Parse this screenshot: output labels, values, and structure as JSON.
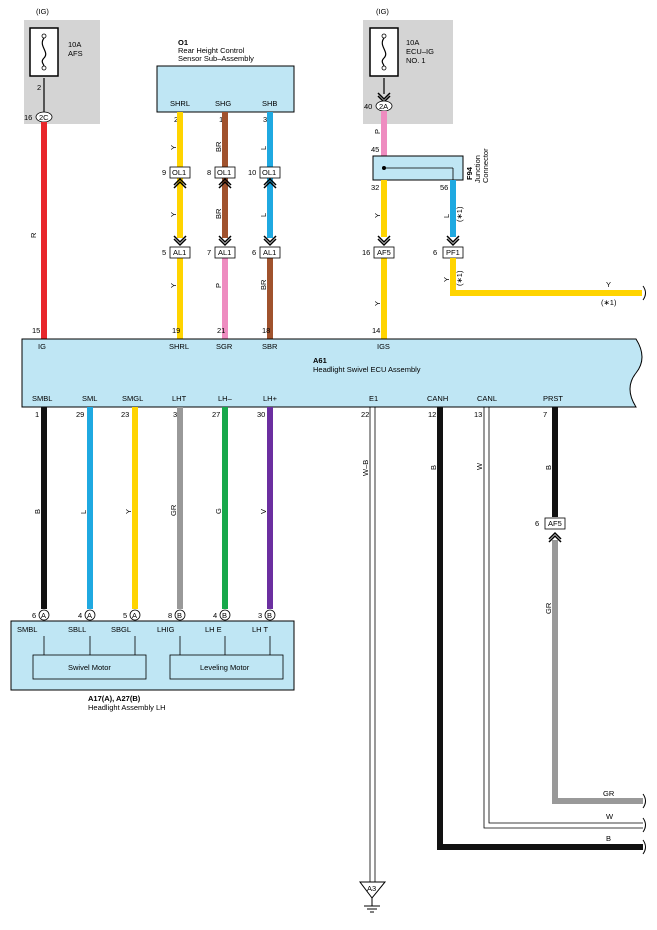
{
  "colors": {
    "R": "#e8262a",
    "Y": "#ffd400",
    "BR": "#a0522d",
    "L": "#1fa9e1",
    "P": "#ee8cc0",
    "B": "#111111",
    "GR": "#999999",
    "G": "#17a84b",
    "V": "#6b2fa0",
    "WB": "#ffffff"
  },
  "fuses": {
    "afs": {
      "ig": "(IG)",
      "amp": "10A",
      "name": "AFS",
      "pin_top": "2",
      "conn_pin": "16",
      "conn_id": "2C"
    },
    "ecu_ig": {
      "ig": "(IG)",
      "amp": "10A",
      "name_line1": "ECU–IG",
      "name_line2": "NO. 1",
      "conn_pin": "40",
      "conn_id": "2A"
    }
  },
  "sensor": {
    "id": "O1",
    "name_line1": "Rear Height Control",
    "name_line2": "Sensor Sub–Assembly",
    "terminals": [
      "SHRL",
      "SHG",
      "SHB"
    ],
    "pins": [
      "2",
      "1",
      "3"
    ]
  },
  "junction": {
    "id": "F94",
    "name_line1": "Junction",
    "name_line2": "Connector",
    "pin_in": "45",
    "pin_out_left": "32",
    "pin_out_right": "56"
  },
  "inline_connectors": {
    "ol1_pins": [
      "9",
      "8",
      "10"
    ],
    "ol1_id": "OL1",
    "al1_pins": [
      "5",
      "7",
      "6"
    ],
    "al1_id": "AL1",
    "af5_pin": "16",
    "af5_id": "AF5",
    "pf1_pin": "6",
    "pf1_id": "PF1",
    "af5_lower_pin": "6",
    "af5_lower_id": "AF5"
  },
  "wire_labels": {
    "r_main": "R",
    "y_sensor_1": "Y",
    "y_sensor_2": "Y",
    "y_sensor_3": "Y",
    "br_1": "BR",
    "br_2": "BR",
    "p_mid": "P",
    "l_1": "L",
    "l_2": "L",
    "br_lower": "BR",
    "p_junction": "P",
    "y_junction_1": "Y",
    "y_junction_2": "Y",
    "l_junction": "L",
    "note1_a": "(∗1)",
    "y_pf1": "Y",
    "note1_b": "(∗1)",
    "y_right": "Y",
    "note1_c": "(∗1)",
    "b_smbl": "B",
    "l_sml": "L",
    "y_smgl": "Y",
    "gr_lht": "GR",
    "g_lh": "G",
    "v_lh": "V",
    "wb_e1": "W–B",
    "b_canh": "B",
    "w_canl": "W",
    "b_prst": "B",
    "gr_prst": "GR",
    "gr_right": "GR",
    "w_right": "W",
    "b_right": "B"
  },
  "ecu": {
    "id": "A61",
    "name": "Headlight Swivel ECU Assembly",
    "top_pins": [
      "15",
      "19",
      "21",
      "18",
      "14"
    ],
    "top_terms": [
      "IG",
      "SHRL",
      "SGR",
      "SBR",
      "IGS"
    ],
    "bottom_terms": [
      "SMBL",
      "SML",
      "SMGL",
      "LHT",
      "LH–",
      "LH+",
      "E1",
      "CANH",
      "CANL",
      "PRST"
    ],
    "bottom_pins": [
      "1",
      "29",
      "23",
      "3",
      "27",
      "30",
      "22",
      "12",
      "13",
      "7"
    ]
  },
  "headlight": {
    "id": "A17(A), A27(B)",
    "name": "Headlight Assembly LH",
    "pins": [
      "6",
      "4",
      "5",
      "8",
      "4",
      "3"
    ],
    "conn_ids": [
      "A",
      "A",
      "A",
      "B",
      "B",
      "B"
    ],
    "terms": [
      "SMBL",
      "SBLL",
      "SBGL",
      "LHIG",
      "LH E",
      "LH T"
    ],
    "swivel_motor": "Swivel Motor",
    "leveling_motor": "Leveling Motor"
  },
  "ground": {
    "id": "A3"
  }
}
